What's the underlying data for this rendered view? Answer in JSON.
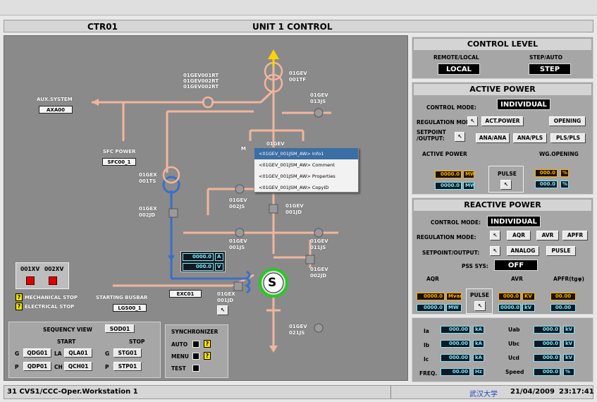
{
  "header": {
    "left": "CTR01",
    "center": "UNIT 1 CONTROL"
  },
  "diagram": {
    "labels": {
      "gev001tf": "01GEV\n001TF",
      "gev_rt": "01GEV001RT\n01GEV002RT\n01GEV002RT",
      "gev013js": "01GEV\n013JS",
      "aux_system": "AUX.SYSTEM",
      "sfc_power": "SFC POWER",
      "gex001ts": "01GEX\n001TS",
      "gev_top": "01GEV",
      "gex002jd": "01GEX\n002JD",
      "gev002js": "01GEV\n002JS",
      "gev001jd_right": "01GEV\n001JD",
      "gev001js": "01GEV\n001JS",
      "gev011js": "01GEV\n011JS",
      "gev002jd": "01GEV\n002JD",
      "gex001jd": "01GEX\n001JD",
      "gev021js": "01GEV\n021JS",
      "starting_busbar": "STARTING BUSBAR",
      "mechanical_stop": "MECHANICAL STOP",
      "electrical_stop": "ELECTRICAL STOP",
      "m": "M",
      "xv1": "001XV",
      "xv2": "002XV"
    },
    "tags": {
      "axa": "AXA00",
      "sfc": "SFC00_1",
      "exc": "EXC01",
      "lgs": "LGS00_1"
    },
    "generator": "S",
    "excitation": {
      "a_value": "0000.0",
      "a_unit": "A",
      "v_value": "000.0",
      "v_unit": "V"
    },
    "yellow_mark": "?"
  },
  "context_menu": {
    "items": [
      "<01GEV_001JSM_AW> Info1",
      "<01GEV_001JSM_AW> Comment",
      "<01GEV_001JSM_AW> Properties",
      "<01GEV_001JSM_AW> CopyID"
    ]
  },
  "sequence_view": {
    "title": "SEQUENCY VIEW",
    "code": "SOD01",
    "start": "START",
    "stop": "STOP",
    "rows": [
      {
        "l1": "G",
        "v1": "QDG01",
        "l2": "LA",
        "v2": "QLA01",
        "l3": "G",
        "v3": "STG01"
      },
      {
        "l1": "P",
        "v1": "QDP01",
        "l2": "CH",
        "v2": "QCH01",
        "l3": "P",
        "v3": "STP01"
      }
    ]
  },
  "synchronizer": {
    "title": "SYNCHRONIZER",
    "auto": "AUTO",
    "menu": "MENU",
    "test": "TEST"
  },
  "control_level": {
    "title": "CONTROL LEVEL",
    "remote_local_label": "REMOTE/LOCAL",
    "remote_local_value": "LOCAL",
    "step_auto_label": "STEP/AUTO",
    "step_auto_value": "STEP"
  },
  "active_power": {
    "title": "ACTIVE POWER",
    "control_mode_label": "CONTROL MODE:",
    "control_mode_value": "INDIVIDUAL",
    "regulation_label": "REGULATION MODE:",
    "reg_btns": [
      "ACT.POWER",
      "OPENING"
    ],
    "setpoint_label": "SETPOINT\n/OUTPUT:",
    "sp_btns": [
      "ANA/ANA",
      "ANA/PLS",
      "PLS/PLS"
    ],
    "ap_label": "ACTIVE POWER",
    "wg_label": "WG.OPENING",
    "pulse": "PULSE",
    "ap_set": "0000.0",
    "ap_set_unit": "MW",
    "ap_out": "0000.0",
    "ap_out_unit": "MW",
    "wg_set": "000.0",
    "wg_set_unit": "%",
    "wg_out": "000.0",
    "wg_out_unit": "%"
  },
  "reactive_power": {
    "title": "REACTIVE POWER",
    "control_mode_label": "CONTROL MODE:",
    "control_mode_value": "INDIVIDUAL",
    "regulation_label": "REGULATION MODE:",
    "reg_btns": [
      "AQR",
      "AVR",
      "APFR"
    ],
    "setpoint_label": "SETPOINT/OUTPUT:",
    "sp_btns": [
      "ANALOG",
      "PUSLE"
    ],
    "pss_label": "PSS SYS:",
    "pss_value": "OFF",
    "aqr": "AQR",
    "avr": "AVR",
    "apfr": "APFR(tgφ)",
    "pulse": "PULSE",
    "aqr_set": "0000.0",
    "aqr_set_unit": "Mvar",
    "aqr_out": "0000.0",
    "aqr_out_unit": "MW",
    "avr_set": "000.0",
    "avr_set_unit": "KV",
    "avr_out": "0000.0",
    "avr_out_unit": "kV",
    "apfr_set": "00.00",
    "apfr_out": "00.00"
  },
  "measurements": {
    "rows": [
      {
        "l": "Ia",
        "v": "000.00",
        "u": "kA",
        "r": "Uab",
        "rv": "000.0",
        "ru": "kV"
      },
      {
        "l": "Ib",
        "v": "000.00",
        "u": "kA",
        "r": "Ubc",
        "rv": "000.0",
        "ru": "kV"
      },
      {
        "l": "Ic",
        "v": "000.00",
        "u": "kA",
        "r": "Ucd",
        "rv": "000.0",
        "ru": "kV"
      },
      {
        "l": "FREQ.",
        "v": "00.00",
        "u": "Hz",
        "r": "Speed",
        "rv": "000.0",
        "ru": "%"
      }
    ]
  },
  "status": {
    "left": "31  CVS1/CCC-Oper.Workstation 1",
    "brand": "武汉大学",
    "date": "21/04/2009",
    "time": "23:17:41"
  },
  "colors": {
    "power_line": "#f2b69c",
    "exciter_line": "#3a6fc7",
    "panel_bg": "#a6a6a6",
    "main_bg": "#8a8a8a",
    "generator_ring": "#22cc22",
    "arrow": "#ffd400"
  }
}
